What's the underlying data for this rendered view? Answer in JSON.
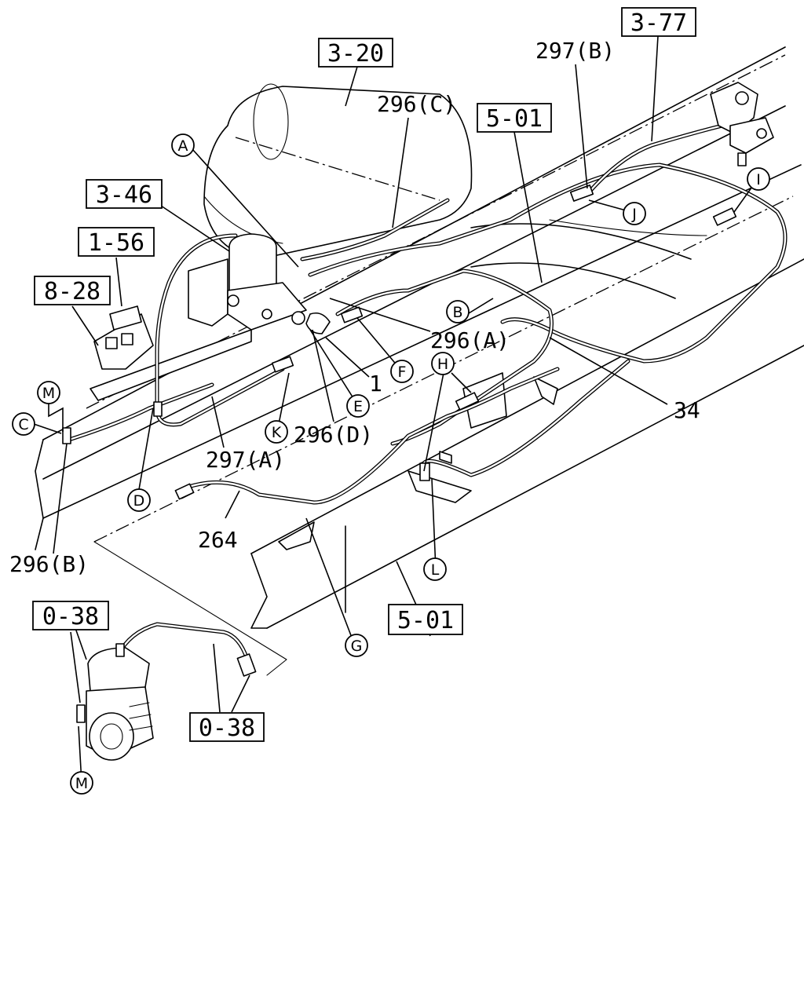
{
  "ref_boxes": {
    "r320": "3-20",
    "r377": "3-77",
    "r501_top": "5-01",
    "r346": "3-46",
    "r156": "1-56",
    "r828": "8-28",
    "r501_bottom": "5-01",
    "r038_top": "0-38",
    "r038_bottom": "0-38"
  },
  "part_labels": {
    "p297b": "297(B)",
    "p296c": "296(C)",
    "p296a": "296(A)",
    "p1": "1",
    "p296d": "296(D)",
    "p297a": "297(A)",
    "p34": "34",
    "p264": "264",
    "p296b": "296(B)"
  },
  "letter_callouts": {
    "A": "A",
    "B": "B",
    "C": "C",
    "D": "D",
    "E": "E",
    "F": "F",
    "G": "G",
    "H": "H",
    "I": "I",
    "J": "J",
    "K": "K",
    "L": "L",
    "M_top": "M",
    "M_bottom": "M"
  }
}
